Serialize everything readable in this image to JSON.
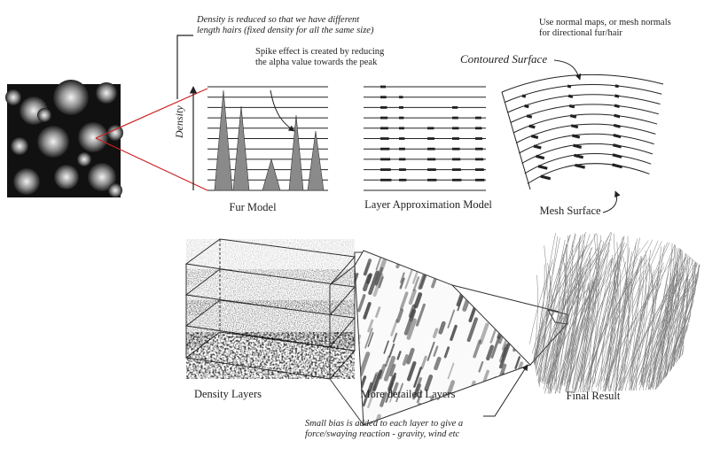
{
  "notes": {
    "density_reduced": [
      "Density is reduced so that we have different",
      "length hairs (fixed density for all the same size)"
    ],
    "spike_effect": [
      "Spike effect is created by reducing",
      "the alpha value towards the peak"
    ],
    "normal_maps": [
      "Use normal maps, or mesh normals",
      "for directional fur/hair"
    ],
    "contoured_surface": "Contoured Surface",
    "small_bias": [
      "Small bias is added to each layer to give a",
      "force/swaying reaction - gravity, wind etc"
    ]
  },
  "axis": {
    "density": "Density"
  },
  "captions": {
    "fur_model": "Fur Model",
    "layer_approx": "Layer Approximation Model",
    "mesh_surface": "Mesh Surface",
    "density_layers": "Density Layers",
    "detailed_layers": "More detailed Layers",
    "final_result": "Final Result"
  },
  "colors": {
    "line": "#222222",
    "spike": "#8a8a8a",
    "accent": "#cc2222",
    "fur": "#6a6a6a"
  }
}
